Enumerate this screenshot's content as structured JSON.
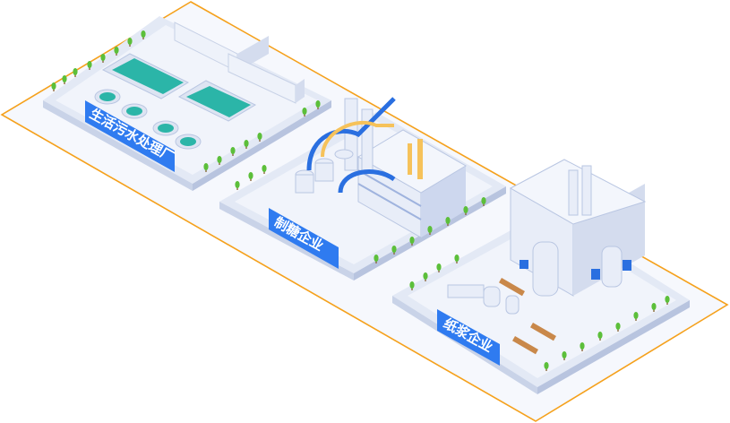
{
  "sites": [
    {
      "name": "生活污水处理厂"
    },
    {
      "name": "制糖企业"
    },
    {
      "name": "纸浆企业"
    }
  ],
  "colors": {
    "boundary": "#f5a11c",
    "label": "#2f7bf0",
    "platform": "#e9eef8",
    "water": "#2bb5a8",
    "pipe": "#f6c25a",
    "pipe_blue": "#2a6fe0",
    "tree": "#5cbf3a"
  }
}
